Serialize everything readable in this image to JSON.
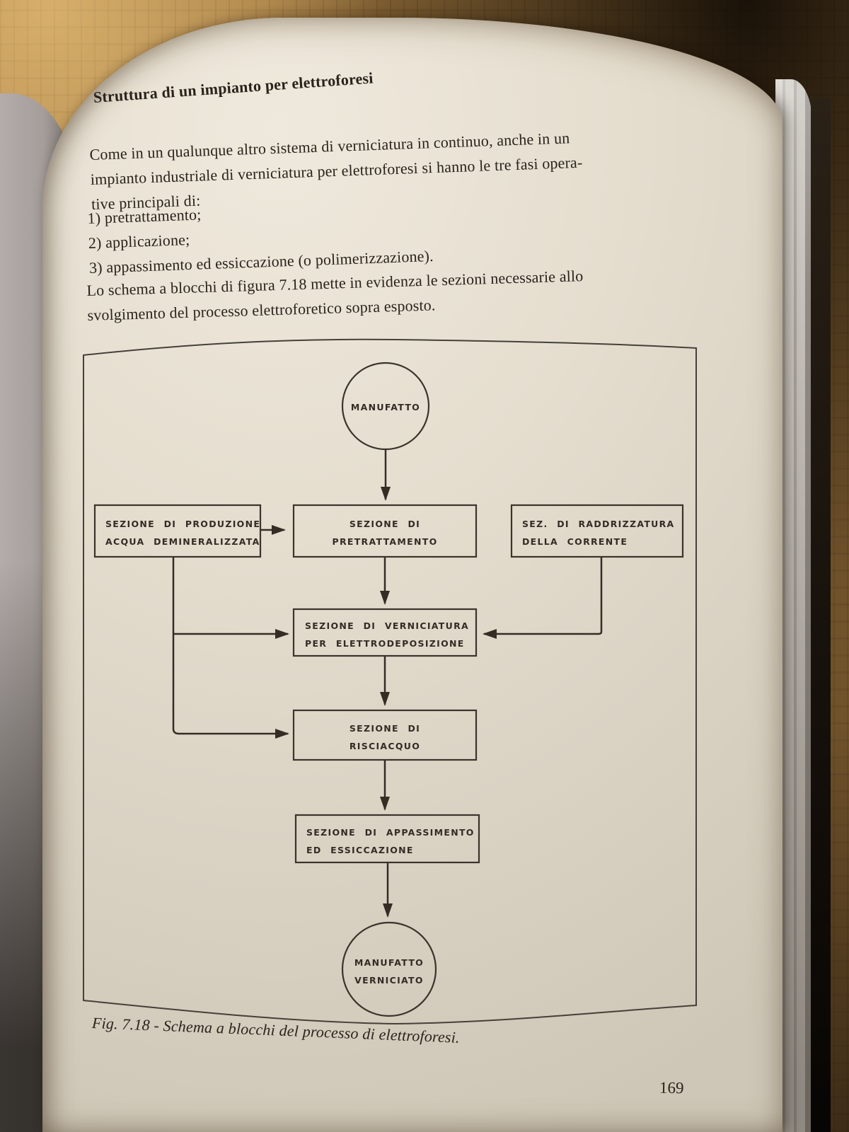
{
  "colors": {
    "page_paper": "#e5decf",
    "ink": "#29231c",
    "diagram_line": "#332d26",
    "wood_table": "#97713c"
  },
  "page": {
    "heading": "Struttura di un impianto per elettroforesi",
    "intro_lines": [
      "Come in un qualunque altro sistema di verniciatura in continuo, anche in un",
      "impianto industriale di verniciatura per elettroforesi si hanno le tre fasi opera-",
      "tive principali di:"
    ],
    "list_items": [
      "1) pretrattamento;",
      "2) applicazione;",
      "3) appassimento ed essiccazione (o polimerizzazione)."
    ],
    "closing_lines": [
      "Lo schema a blocchi di figura 7.18 mette in evidenza le sezioni necessarie allo",
      "svolgimento del processo elettroforetico sopra esposto."
    ],
    "figure_caption": "Fig. 7.18 - Schema a blocchi del processo di elettroforesi.",
    "page_number": "169"
  },
  "diagram": {
    "nodes": {
      "manufatto": {
        "shape": "circle",
        "lines": [
          "MANUFATTO"
        ]
      },
      "produzione": {
        "shape": "rect",
        "lines": [
          "SEZIONE DI PRODUZIONE",
          "ACQUA DEMINERALIZZATA"
        ]
      },
      "pretrattamento": {
        "shape": "rect",
        "lines": [
          "SEZIONE DI",
          "PRETRATTAMENTO"
        ]
      },
      "raddrizzatura": {
        "shape": "rect",
        "lines": [
          "SEZ. DI RADDRIZZATURA",
          "DELLA CORRENTE"
        ]
      },
      "verniciatura": {
        "shape": "rect",
        "lines": [
          "SEZIONE DI VERNICIATURA",
          "PER ELETTRODEPOSIZIONE"
        ]
      },
      "risciacquo": {
        "shape": "rect",
        "lines": [
          "SEZIONE DI",
          "RISCIACQUO"
        ]
      },
      "appassimento": {
        "shape": "rect",
        "lines": [
          "SEZIONE DI APPASSIMENTO",
          "ED ESSICCAZIONE"
        ]
      },
      "manufatto_verniciato": {
        "shape": "circle",
        "lines": [
          "MANUFATTO",
          "VERNICIATO"
        ]
      }
    },
    "edges": [
      {
        "from": "manufatto",
        "to": "pretrattamento"
      },
      {
        "from": "produzione",
        "to": "pretrattamento"
      },
      {
        "from": "pretrattamento",
        "to": "verniciatura"
      },
      {
        "from": "raddrizzatura",
        "to": "verniciatura"
      },
      {
        "from": "produzione",
        "to": "verniciatura"
      },
      {
        "from": "produzione",
        "to": "risciacquo"
      },
      {
        "from": "verniciatura",
        "to": "risciacquo"
      },
      {
        "from": "risciacquo",
        "to": "appassimento"
      },
      {
        "from": "appassimento",
        "to": "manufatto_verniciato"
      }
    ]
  }
}
